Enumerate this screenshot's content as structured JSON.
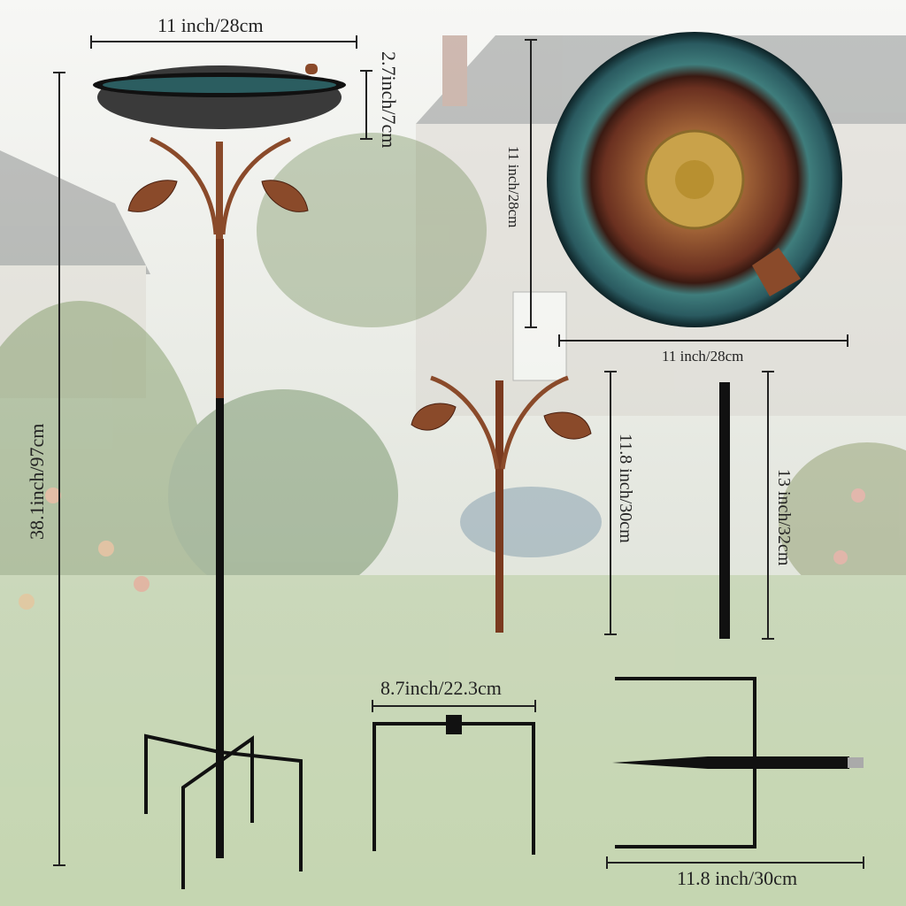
{
  "dimensions": {
    "bowl_width": "11 inch/28cm",
    "bowl_depth": "2.7inch/7cm",
    "total_height": "38.1inch/97cm",
    "bowl_top_height": "11 inch/28cm",
    "bowl_top_width": "11 inch/28cm",
    "leaf_section_height": "11.8 inch/30cm",
    "pole_height": "13 inch/32cm",
    "base_width": "8.7inch/22.3cm",
    "stake_width": "11.8 inch/30cm"
  },
  "colors": {
    "copper": "#8a4a2a",
    "patina": "#2f6f72",
    "black": "#111111",
    "lawn": "#c9d8b8"
  }
}
